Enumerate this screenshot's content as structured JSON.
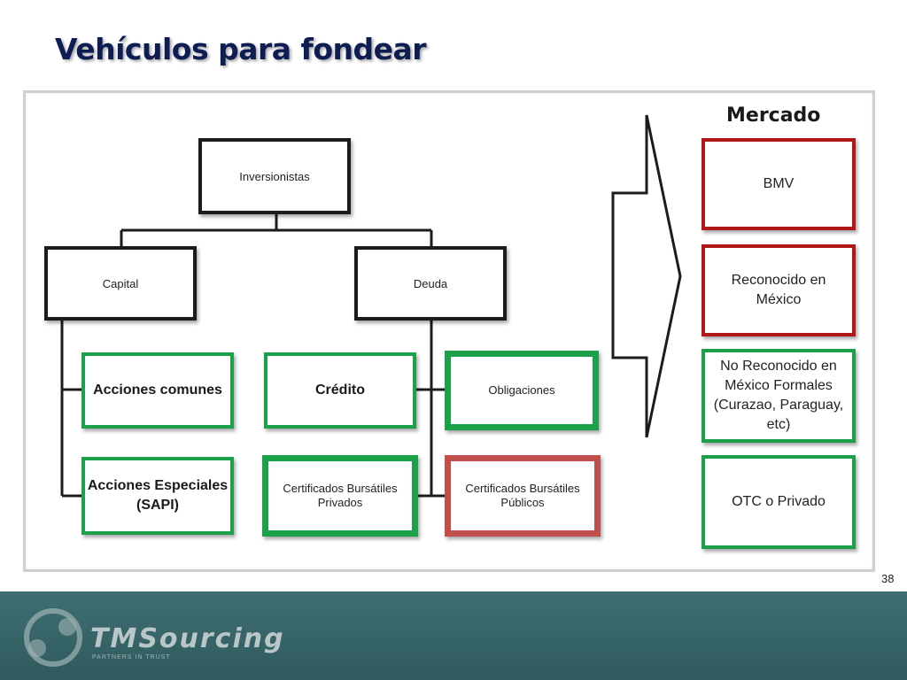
{
  "title": "Vehículos para fondear",
  "page_number": "38",
  "tree": {
    "root": "Inversionistas",
    "capital": "Capital",
    "deuda": "Deuda",
    "acciones_comunes": "Acciones comunes",
    "acciones_especiales": "Acciones Especiales (SAPI)",
    "credito": "Crédito",
    "obligaciones": "Obligaciones",
    "cert_privados": "Certificados Bursátiles Privados",
    "cert_publicos": "Certificados Bursátiles Públicos"
  },
  "mercado": {
    "heading": "Mercado",
    "items": [
      "BMV",
      "Reconocido en México",
      "No Reconocido en México Formales (Curazao, Paraguay, etc)",
      "OTC o Privado"
    ]
  },
  "colors": {
    "title": "#0e1d52",
    "green": "#1ca04a",
    "red": "#b01818",
    "red_soft": "#c0504d",
    "footer": "#3f6f73"
  },
  "footer": {
    "logo_text": "TMSourcing",
    "logo_sub": "PARTNERS IN TRUST"
  }
}
